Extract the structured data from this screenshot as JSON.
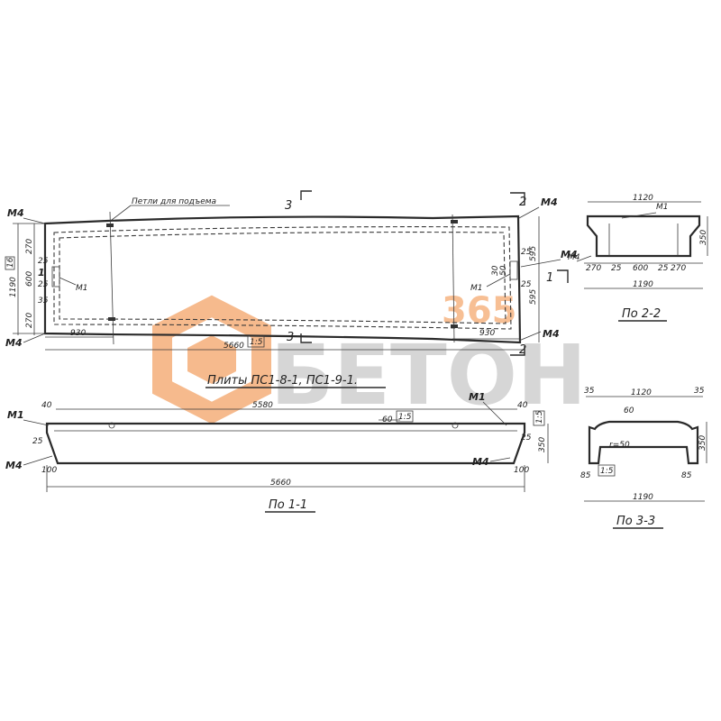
{
  "watermark": {
    "brand": "БЕТОН",
    "badge": "365",
    "colors": {
      "orange": "#f4a468",
      "grey": "#c9c9c9"
    }
  },
  "plan": {
    "title": "Плиты ПС1-8-1, ПС1-9-1.",
    "lifting_loops": "Петли для подъема",
    "dims": {
      "total_len": "5660",
      "left_930": "930",
      "right_930": "930",
      "height_1190": "1190",
      "d270_top": "270",
      "d270_bot": "270",
      "d600": "600",
      "d25_a": "25",
      "d25_b": "25",
      "d35": "35",
      "d16": "16",
      "r595_top": "595",
      "r595_bot": "595",
      "r25_a": "25",
      "r25_b": "25",
      "r30": "30",
      "r50": "50",
      "scale": "1:5"
    },
    "marks": {
      "m4_tl": "М4",
      "m4_bl": "М4",
      "m4_tr": "М4",
      "m4_br": "М4",
      "m4_mr": "М4",
      "m1_l": "М1",
      "m1_r": "М1"
    },
    "sections": {
      "s1_left": "1",
      "s1_right": "1",
      "s2_top": "2",
      "s2_bot": "2",
      "s3_top": "3",
      "s3_bot": "3"
    }
  },
  "section11": {
    "caption": "По 1-1",
    "dims": {
      "top_len": "5580",
      "bot_len": "5660",
      "d40_l": "40",
      "d40_r": "40",
      "d25_l": "25",
      "d25_r": "25",
      "d60": "60",
      "d100_l": "100",
      "d100_r": "100",
      "h350": "350",
      "scale": "1:5",
      "scale_r": "1:5"
    },
    "marks": {
      "m1_l": "М1",
      "m1_r": "М1",
      "m4_l": "М4",
      "m4_r": "М4"
    }
  },
  "section22": {
    "caption": "По 2-2",
    "dims": {
      "top": "1120",
      "bot": "1190",
      "d270_l": "270",
      "d25_l": "25",
      "d600": "600",
      "d25_r": "25",
      "d270_r": "270",
      "h350": "350"
    },
    "marks": {
      "m1": "М1",
      "m4": "М4"
    }
  },
  "section33": {
    "caption": "По 3-3",
    "dims": {
      "top": "1120",
      "bot": "1190",
      "d35_l": "35",
      "d35_r": "35",
      "d85_l": "85",
      "d85_r": "85",
      "d60": "60",
      "r50": "r=50",
      "h350": "350",
      "scale": "1:5"
    }
  }
}
